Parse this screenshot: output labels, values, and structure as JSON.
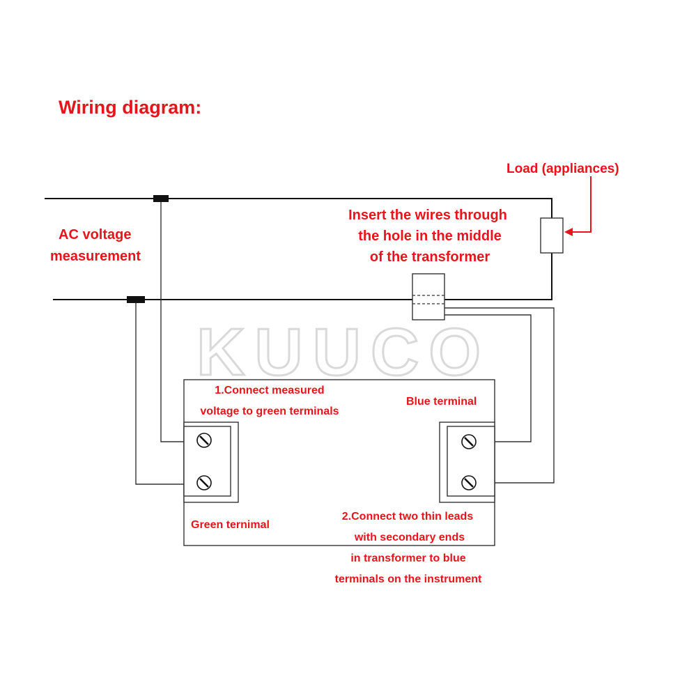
{
  "title": "Wiring diagram:",
  "watermark": "KUUCO",
  "labels": {
    "load": "Load (appliances)",
    "ac_line1": "AC voltage",
    "ac_line2": "measurement",
    "insert_line1": "Insert the wires through",
    "insert_line2": "the hole in the middle",
    "insert_line3": "of the transformer",
    "step1_line1": "1.Connect measured",
    "step1_line2": "voltage to green terminals",
    "blue_terminal": "Blue terminal",
    "green_terminal": "Green ternimal",
    "step2_line1": "2.Connect two thin leads",
    "step2_line2": "with secondary ends",
    "step2_line3": "in transformer to blue",
    "step2_line4": "terminals on the instrument"
  },
  "colors": {
    "label": "#e8141b",
    "wire": "#111111",
    "watermark": "#e2e2e2"
  },
  "icons": {
    "terminal_screw": "screw-icon",
    "load": "resistor-icon",
    "transformer": "current-transformer-icon"
  }
}
